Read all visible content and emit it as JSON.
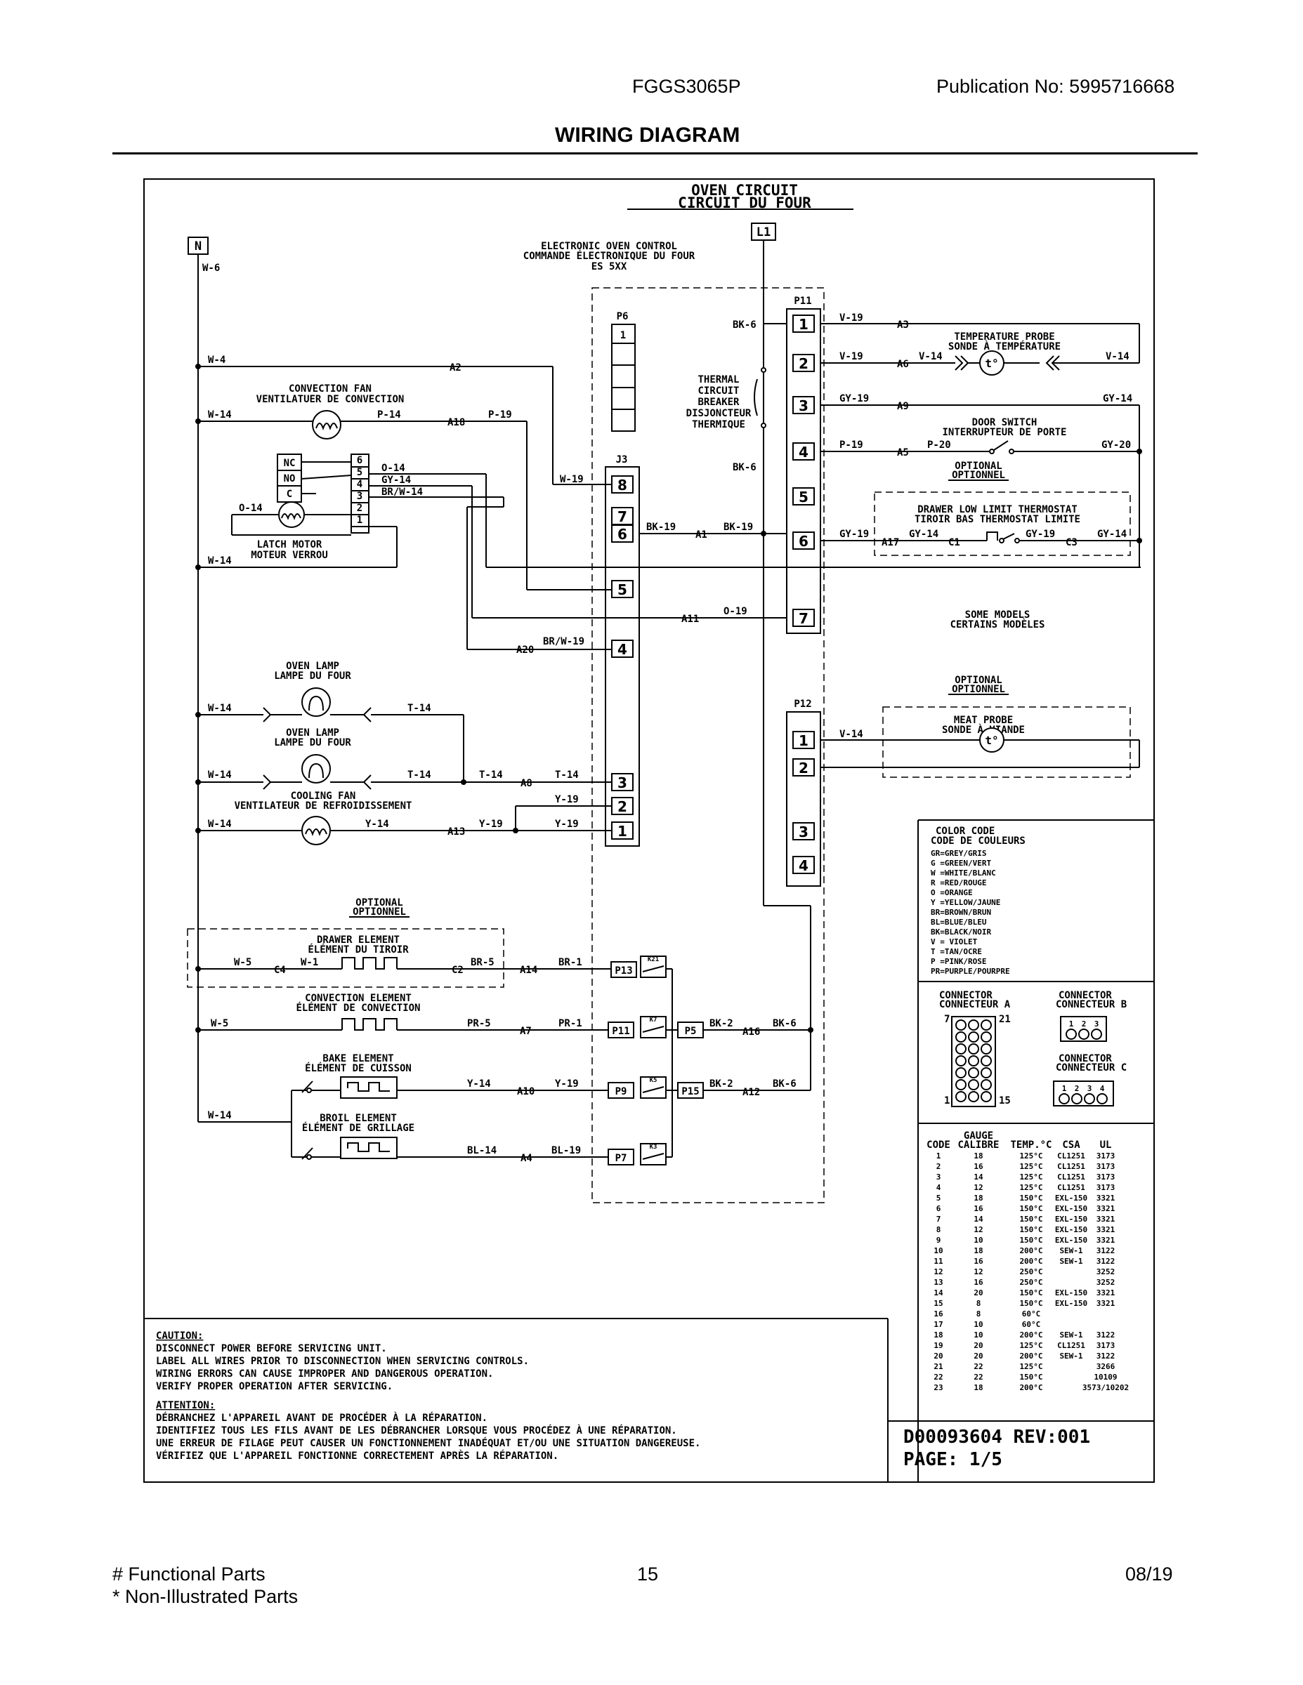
{
  "header": {
    "model": "FGGS3065P",
    "publication": "Publication No:  5995716668",
    "title": "WIRING DIAGRAM"
  },
  "diagram": {
    "circuit_title": [
      "OVEN CIRCUIT",
      "CIRCUIT DU FOUR"
    ],
    "neutral_label": "N",
    "line_label": "L1",
    "control_label": [
      "ELECTRONIC OVEN CONTROL",
      "COMMANDE ÉLECTRONIQUE DU FOUR",
      "ES 5XX"
    ],
    "connectors": {
      "p6": "P6",
      "j3": "J3",
      "p11": "P11",
      "p12": "P12"
    },
    "breaker_label": [
      "THERMAL",
      "CIRCUIT",
      "BREAKER",
      "DISJONCTEUR",
      "THERMIQUE"
    ],
    "components": {
      "convection_fan": [
        "CONVECTION FAN",
        "VENTILATUER DE CONVECTION"
      ],
      "latch_motor": [
        "LATCH MOTOR",
        "MOTEUR VERROU"
      ],
      "latch_switch": [
        "NC",
        "NO",
        "C"
      ],
      "oven_lamp_1": [
        "OVEN LAMP",
        "LAMPE DU FOUR"
      ],
      "oven_lamp_2": [
        "OVEN LAMP",
        "LAMPE DU FOUR"
      ],
      "cooling_fan": [
        "COOLING FAN",
        "VENTILATEUR DE REFROIDISSEMENT"
      ],
      "optional_1": [
        "OPTIONAL",
        "OPTIONNEL"
      ],
      "drawer_element": [
        "DRAWER ELEMENT",
        "ÉLÉMENT DU TIROIR"
      ],
      "convection_element": [
        "CONVECTION ELEMENT",
        "ÉLÉMENT DE CONVECTION"
      ],
      "bake_element": [
        "BAKE ELEMENT",
        "ÉLÉMENT DE CUISSON"
      ],
      "broil_element": [
        "BROIL ELEMENT",
        "ÉLÉMENT DE GRILLAGE"
      ],
      "temperature_probe": [
        "TEMPERATURE PROBE",
        "SONDE À TEMPÉRATURE"
      ],
      "door_switch": [
        "DOOR SWITCH",
        "INTERRUPTEUR DE PORTE"
      ],
      "optional_2": [
        "OPTIONAL",
        "OPTIONNEL"
      ],
      "drawer_thermostat": [
        "DRAWER LOW LIMIT THERMOSTAT",
        "TIROIR BAS THERMOSTAT LIMITE"
      ],
      "some_models": [
        "SOME MODELS",
        "CERTAINS MODÈLES"
      ],
      "optional_3": [
        "OPTIONAL",
        "OPTIONNEL"
      ],
      "meat_probe": [
        "MEAT PROBE",
        "SONDE À VIANDE"
      ],
      "t_symbol": "t°"
    },
    "relays": [
      "P13",
      "P11",
      "P9",
      "P7",
      "P5",
      "P15"
    ],
    "relay_codes": [
      "K21",
      "K7",
      "K5",
      "K3"
    ],
    "wire_labels": {
      "w6": "W-6",
      "w4": "W-4",
      "a2": "A2",
      "w14a": "W-14",
      "p14": "P-14",
      "a18": "A18",
      "p19": "P-19",
      "o14a": "O-14",
      "gy14a": "GY-14",
      "brw14": "BR/W-14",
      "o14b": "O-14",
      "w14b": "W-14",
      "w19": "W-19",
      "bk19a": "BK-19",
      "a1": "A1",
      "bk19b": "BK-19",
      "bk6a": "BK-6",
      "bk6b": "BK-6",
      "a11": "A11",
      "o19": "O-19",
      "a20": "A20",
      "brw19": "BR/W-19",
      "w14c": "W-14",
      "t14a": "T-14",
      "w14d": "W-14",
      "t14b": "T-14",
      "t14c": "T-14",
      "a8": "A8",
      "t14d": "T-14",
      "y19a": "Y-19",
      "w14e": "W-14",
      "y14a": "Y-14",
      "a13": "A13",
      "y19b": "Y-19",
      "y19c": "Y-19",
      "w5a": "W-5",
      "c4": "C4",
      "w1": "W-1",
      "c2": "C2",
      "br5": "BR-5",
      "a14": "A14",
      "br1": "BR-1",
      "w5b": "W-5",
      "pr5": "PR-5",
      "a7": "A7",
      "pr1": "PR-1",
      "bk2a": "BK-2",
      "a16": "A16",
      "bk6c": "BK-6",
      "y14b": "Y-14",
      "a10": "A10",
      "y19d": "Y-19",
      "bk2b": "BK-2",
      "a12": "A12",
      "bk6d": "BK-6",
      "w14f": "W-14",
      "bl14": "BL-14",
      "a4": "A4",
      "bl19": "BL-19",
      "v19a": "V-19",
      "a3": "A3",
      "v19b": "V-19",
      "a6": "A6",
      "v14a": "V-14",
      "v14b": "V-14",
      "gy19a": "GY-19",
      "a9": "A9",
      "gy14b": "GY-14",
      "p19b": "P-19",
      "a5": "A5",
      "p20": "P-20",
      "gy20": "GY-20",
      "gy19b": "GY-19",
      "a17": "A17",
      "gy14c": "GY-14",
      "c1": "C1",
      "gy19c": "GY-19",
      "c3": "C3",
      "gy14d": "GY-14",
      "v14c": "V-14"
    },
    "color_code": {
      "title": [
        "COLOR CODE",
        "CODE DE COULEURS"
      ],
      "entries": [
        "GR=GREY/GRIS",
        "G =GREEN/VERT",
        "W =WHITE/BLANC",
        "R =RED/ROUGE",
        "O =ORANGE",
        "Y =YELLOW/JAUNE",
        "BR=BROWN/BRUN",
        "BL=BLUE/BLEU",
        "BK=BLACK/NOIR",
        "V = VIOLET",
        "T =TAN/OCRE",
        "P =PINK/ROSE",
        "PR=PURPLE/POURPRE"
      ]
    },
    "connector_panel": {
      "a_label": [
        "CONNECTOR",
        "CONNECTEUR A"
      ],
      "a_pins": [
        "7",
        "21",
        "1",
        "15"
      ],
      "b_label": [
        "CONNECTOR",
        "CONNECTEUR B"
      ],
      "b_pins": [
        "1",
        "2",
        "3"
      ],
      "c_label": [
        "CONNECTOR",
        "CONNECTEUR C"
      ],
      "c_pins": [
        "1",
        "2",
        "3",
        "4"
      ]
    },
    "gauge_table": {
      "gauge_header": [
        "GAUGE",
        "CALIBRE"
      ],
      "columns": [
        "CODE",
        "",
        "TEMP.°C",
        "CSA",
        "UL"
      ],
      "rows": [
        [
          "1",
          "18",
          "125°C",
          "CL1251",
          "3173"
        ],
        [
          "2",
          "16",
          "125°C",
          "CL1251",
          "3173"
        ],
        [
          "3",
          "14",
          "125°C",
          "CL1251",
          "3173"
        ],
        [
          "4",
          "12",
          "125°C",
          "CL1251",
          "3173"
        ],
        [
          "5",
          "18",
          "150°C",
          "EXL-150",
          "3321"
        ],
        [
          "6",
          "16",
          "150°C",
          "EXL-150",
          "3321"
        ],
        [
          "7",
          "14",
          "150°C",
          "EXL-150",
          "3321"
        ],
        [
          "8",
          "12",
          "150°C",
          "EXL-150",
          "3321"
        ],
        [
          "9",
          "10",
          "150°C",
          "EXL-150",
          "3321"
        ],
        [
          "10",
          "18",
          "200°C",
          "SEW-1",
          "3122"
        ],
        [
          "11",
          "16",
          "200°C",
          "SEW-1",
          "3122"
        ],
        [
          "12",
          "12",
          "250°C",
          "",
          "3252"
        ],
        [
          "13",
          "16",
          "250°C",
          "",
          "3252"
        ],
        [
          "14",
          "20",
          "150°C",
          "EXL-150",
          "3321"
        ],
        [
          "15",
          "8",
          "150°C",
          "EXL-150",
          "3321"
        ],
        [
          "16",
          "8",
          "60°C",
          "",
          ""
        ],
        [
          "17",
          "10",
          "60°C",
          "",
          ""
        ],
        [
          "18",
          "10",
          "200°C",
          "SEW-1",
          "3122"
        ],
        [
          "19",
          "20",
          "125°C",
          "CL1251",
          "3173"
        ],
        [
          "20",
          "20",
          "200°C",
          "SEW-1",
          "3122"
        ],
        [
          "21",
          "22",
          "125°C",
          "",
          "3266"
        ],
        [
          "22",
          "22",
          "150°C",
          "",
          "10109"
        ],
        [
          "23",
          "18",
          "200°C",
          "",
          "3573/10202"
        ]
      ]
    },
    "caution": {
      "title": "CAUTION:",
      "lines": [
        "DISCONNECT POWER BEFORE SERVICING UNIT.",
        "LABEL ALL WIRES PRIOR TO DISCONNECTION WHEN SERVICING CONTROLS.",
        "WIRING ERRORS CAN CAUSE IMPROPER AND DANGEROUS OPERATION.",
        "VERIFY PROPER OPERATION AFTER SERVICING."
      ],
      "attention_title": "ATTENTION:",
      "attention_lines": [
        "DÉBRANCHEZ L'APPAREIL AVANT DE PROCÉDER À LA RÉPARATION.",
        "IDENTIFIEZ TOUS LES FILS AVANT DE LES DÉBRANCHER LORSQUE VOUS PROCÉDEZ À UNE RÉPARATION.",
        "UNE ERREUR DE FILAGE PEUT CAUSER UN FONCTIONNEMENT INADÉQUAT ET/OU UNE SITUATION DANGEREUSE.",
        "VÉRIFIEZ QUE L'APPAREIL FONCTIONNE CORRECTEMENT APRÈS LA RÉPARATION."
      ]
    },
    "doc_id": "D00093604 REV:001",
    "page": "PAGE: 1/5"
  },
  "footer": {
    "functional": "# Functional Parts",
    "non_illustrated": "* Non-Illustrated Parts",
    "page_number": "15",
    "date": "08/19"
  }
}
